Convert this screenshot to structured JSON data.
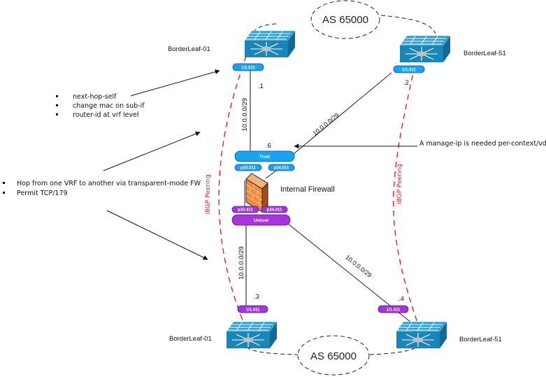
{
  "colors": {
    "switch_blue": "#1a86b8",
    "trust_blue": "#1aa3ef",
    "untrust_purple": "#a933d9",
    "ibgp_red": "#e0202a",
    "firewall_orange": "#f08a3c"
  },
  "as_top": {
    "label": "AS 65000"
  },
  "as_bottom": {
    "label": "AS 65000"
  },
  "nodes": {
    "top_left": {
      "name": "BorderLeaf-01",
      "interface": "1/1.511",
      "ip_suffix": ".1",
      "icon": "layer3-switch-icon"
    },
    "top_right": {
      "name": "BorderLeaf-51",
      "interface": "1/1.511",
      "ip_suffix": ".2",
      "icon": "layer3-switch-icon"
    },
    "bottom_left": {
      "name": "BorderLeaf-01",
      "interface": "1/1.411",
      "ip_suffix": ".3",
      "icon": "layer3-switch-icon"
    },
    "bottom_right": {
      "name": "BorderLeaf-51",
      "interface": "1/1.411",
      "ip_suffix": ".4",
      "icon": "layer3-switch-icon"
    }
  },
  "firewall": {
    "name": "Internal Firewall",
    "icon": "firewall-icon",
    "trust": {
      "label": "Trust",
      "ip_suffix": ".6",
      "ports": [
        "p33.511",
        "p34.511"
      ]
    },
    "untrust": {
      "label": "Untrust",
      "ports": [
        "p33.411",
        "p34.411"
      ]
    }
  },
  "links": {
    "top_left_subnet": "10.0.0.0/29",
    "top_right_subnet": "10.0.0.0/29",
    "bottom_left_subnet": "10.0.0.0/29",
    "bottom_right_subnet": "10.0.0.0/29"
  },
  "peering": {
    "left": "iBGP Peering",
    "right": "iBGP Peering"
  },
  "notes": {
    "leaf_notes": [
      "next-hop-self",
      "change mac on sub-if",
      "router-id at vrf level"
    ],
    "fw_notes": [
      "Hop from one VRF to another via transparent-mode FW",
      "Permit TCP/179"
    ],
    "manage_ip": "A manage-ip is needed per-context/vdom"
  }
}
